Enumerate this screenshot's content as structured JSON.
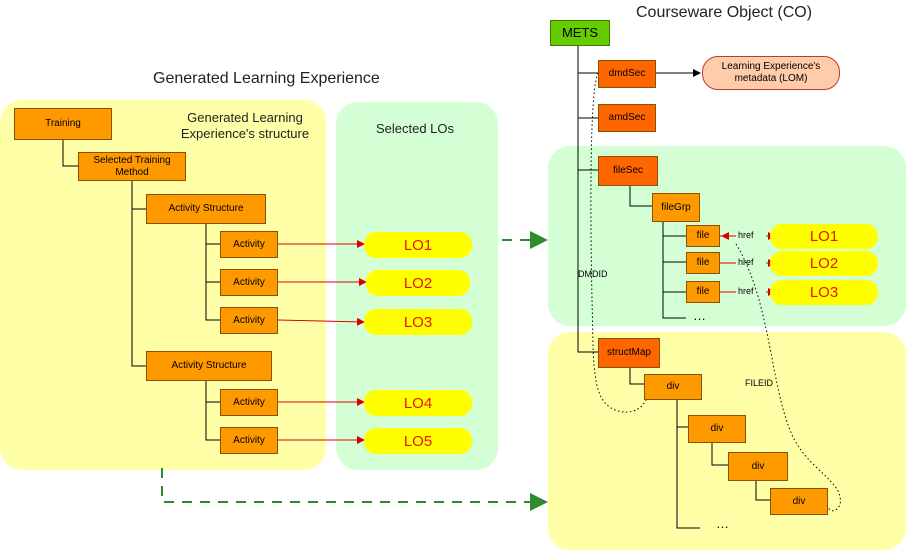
{
  "titles": {
    "co": "Courseware Object (CO)",
    "gle": "Generated Learning Experience",
    "gle_structure": "Generated Learning Experience's structure",
    "selected_los": "Selected LOs"
  },
  "tree": {
    "training": "Training",
    "method": "Selected Training Method",
    "activity_structure": "Activity Structure",
    "activity": "Activity"
  },
  "los": [
    "LO1",
    "LO2",
    "LO3",
    "LO4",
    "LO5"
  ],
  "mets": {
    "root": "METS",
    "dmdsec": "dmdSec",
    "amdsec": "amdSec",
    "filesec": "fileSec",
    "filegrp": "fileGrp",
    "file": "file",
    "structmap": "structMap",
    "div": "div",
    "ellipsis": "…",
    "metadata": "Learning Experience's metadata (LOM)"
  },
  "link_labels": {
    "href": "href",
    "dmdid": "DMDID",
    "fileid": "FILEID"
  },
  "colors": {
    "yellow_panel": "#ffff99",
    "green_panel": "#ccffcc",
    "box": "#ff9900",
    "box_dark": "#ff6600",
    "mets": "#66cc00",
    "lo_fill": "#ffff00",
    "lo_text": "#ee1111",
    "arrow_red": "#dd0000",
    "arrow_green": "#2e8b2e"
  }
}
